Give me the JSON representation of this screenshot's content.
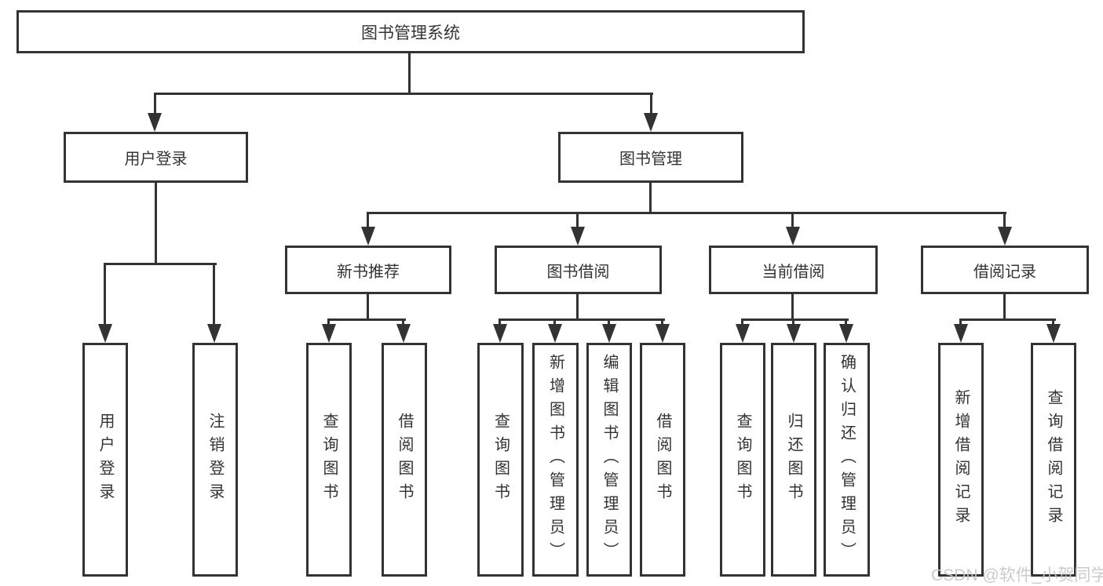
{
  "diagram": {
    "root": {
      "label": "图书管理系统"
    },
    "branches": [
      {
        "label": "用户登录",
        "children": [
          {
            "label": "用户登录"
          },
          {
            "label": "注销登录"
          }
        ]
      },
      {
        "label": "图书管理",
        "children": [
          {
            "label": "新书推荐",
            "children": [
              {
                "label": "查询图书"
              },
              {
                "label": "借阅图书"
              }
            ]
          },
          {
            "label": "图书借阅",
            "children": [
              {
                "label": "查询图书"
              },
              {
                "label": "新增图书（管理员）"
              },
              {
                "label": "编辑图书（管理员）"
              },
              {
                "label": "借阅图书"
              }
            ]
          },
          {
            "label": "当前借阅",
            "children": [
              {
                "label": "查询图书"
              },
              {
                "label": "归还图书"
              },
              {
                "label": "确认归还（管理员）"
              }
            ]
          },
          {
            "label": "借阅记录",
            "children": [
              {
                "label": "新增借阅记录"
              },
              {
                "label": "查询借阅记录"
              }
            ]
          }
        ]
      }
    ]
  },
  "watermark": "CSDN @软件_小贺同学",
  "colors": {
    "line": "#333333",
    "text": "#333333",
    "box_background": "#ffffff",
    "page_background": "#ffffff",
    "watermark": "#c6c6c6"
  }
}
